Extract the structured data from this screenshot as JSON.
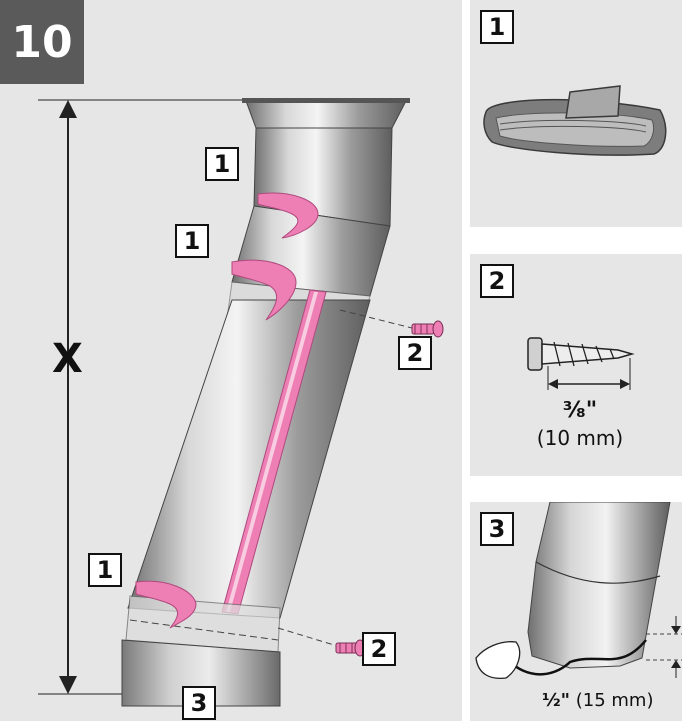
{
  "main": {
    "step_number": "10",
    "height_label": "X",
    "callouts": {
      "tape_a": "1",
      "tape_b": "1",
      "tape_c": "1",
      "screw_a": "2",
      "screw_b": "2",
      "bottom": "3"
    }
  },
  "panels": [
    {
      "number": "1"
    },
    {
      "number": "2",
      "dimension": "³⁄₈\"",
      "dimension_metric": "(10 mm)"
    },
    {
      "number": "3",
      "dimension": "½\"",
      "dimension_metric": " (15 mm)"
    }
  ],
  "colors": {
    "tape": "#ee7fb4",
    "panel_bg": "#e6e6e6",
    "badge": "#5a5a5a"
  }
}
